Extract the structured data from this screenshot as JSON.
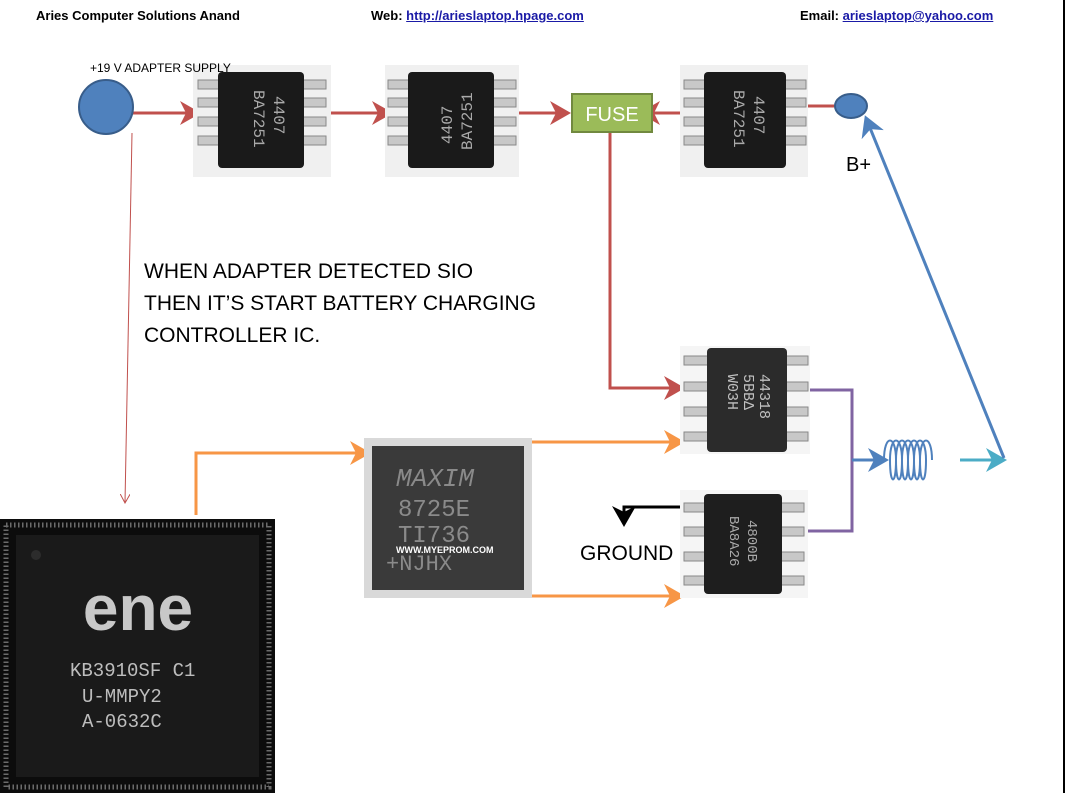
{
  "header": {
    "company": "Aries Computer Solutions  Anand",
    "web_label": "Web:",
    "web_link": "http://arieslaptop.hpage.com",
    "email_label": "Email:",
    "email_link": "arieslaptop@yahoo.com"
  },
  "labels": {
    "adapter_supply": "+19 V ADAPTER SUPPLY",
    "fuse": "FUSE",
    "b_plus": "B+",
    "ground": "GROUND"
  },
  "note_lines": [
    "WHEN ADAPTER DETECTED SIO",
    "THEN IT’S START BATTERY CHARGING",
    "CONTROLLER IC."
  ],
  "chips": {
    "mosfet_1": [
      "4407",
      "BA7251"
    ],
    "mosfet_2": [
      "4407",
      "BA7251"
    ],
    "mosfet_3": [
      "4407",
      "BA7251"
    ],
    "mosfet_high": [
      "44318",
      "5BBΔ",
      "W03H"
    ],
    "mosfet_low": [
      "4800B",
      "BA8A26"
    ],
    "charger": [
      "MAXIM",
      "8725E",
      "TI736",
      "WWW.MYEPROM.COM",
      "+NJHX"
    ],
    "sio": [
      "ene",
      "KB3910SF C1",
      "U-MMPY2",
      "A-0632C"
    ]
  },
  "colors": {
    "red_path": "#c0504d",
    "orange_path": "#f79646",
    "purple_path": "#8064a2",
    "blue_path": "#4f81bd",
    "teal_path": "#4bacc6",
    "fuse_fill": "#9bbb59",
    "node_fill": "#4f81bd"
  }
}
